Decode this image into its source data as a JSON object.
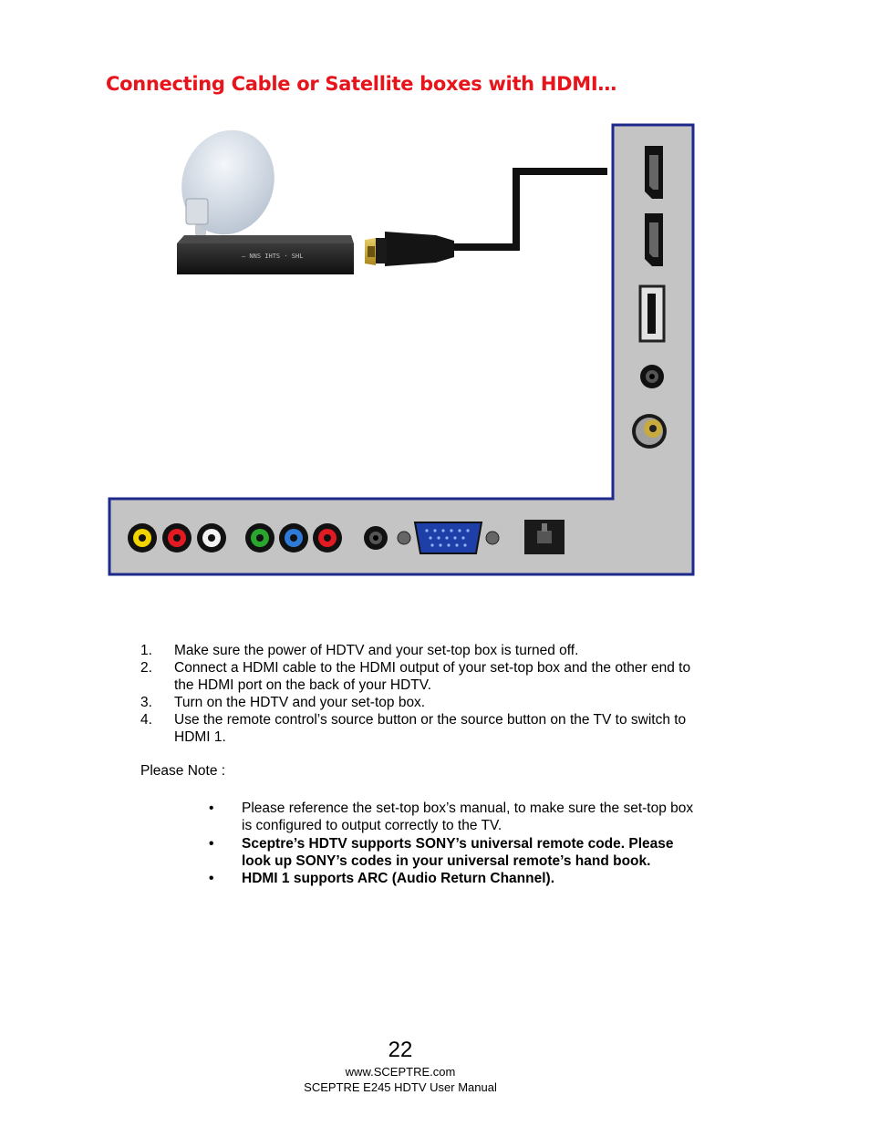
{
  "page": {
    "title": "Connecting Cable or Satellite boxes with HDMI…",
    "steps": [
      {
        "num": "1.",
        "text": "Make sure the power of HDTV and your set-top box is turned off."
      },
      {
        "num": "2.",
        "text": "Connect a HDMI cable to the HDMI output of your set-top box and the other end to the HDMI port on the back of your HDTV."
      },
      {
        "num": "3.",
        "text": "Turn on the HDTV and your set-top box."
      },
      {
        "num": "4.",
        "text": "Use the remote control’s source button or the source button on the TV to switch to HDMI 1."
      }
    ],
    "note_label": "Please Note :",
    "notes": [
      {
        "text": "Please reference the set-top box’s manual, to make sure the set-top box is configured to output correctly to the TV."
      },
      {
        "text": "Sceptre’s HDTV supports SONY’s universal remote code. Please look up SONY’s codes in your universal remote’s hand book."
      },
      {
        "text": "HDMI 1 supports ARC (Audio Return Channel)."
      }
    ],
    "bullet": "•",
    "page_number": "22",
    "website": "www.SCEPTRE.com",
    "manual_name": "SCEPTRE E245 HDTV User Manual"
  },
  "diagram": {
    "device_label": "— NNS IHTS · SHL",
    "accent_color": "#e8141b",
    "panel_border_color": "#1d2a8c",
    "panel_fill_color": "#c4c4c4",
    "icons": [
      "satellite-dish-icon",
      "set-top-box-icon",
      "hdmi-plug-icon",
      "hdmi-port-icon",
      "usb-port-icon",
      "audio-jack-icon",
      "coax-port-icon",
      "rca-jack-icon",
      "vga-port-icon",
      "optical-port-icon"
    ]
  }
}
